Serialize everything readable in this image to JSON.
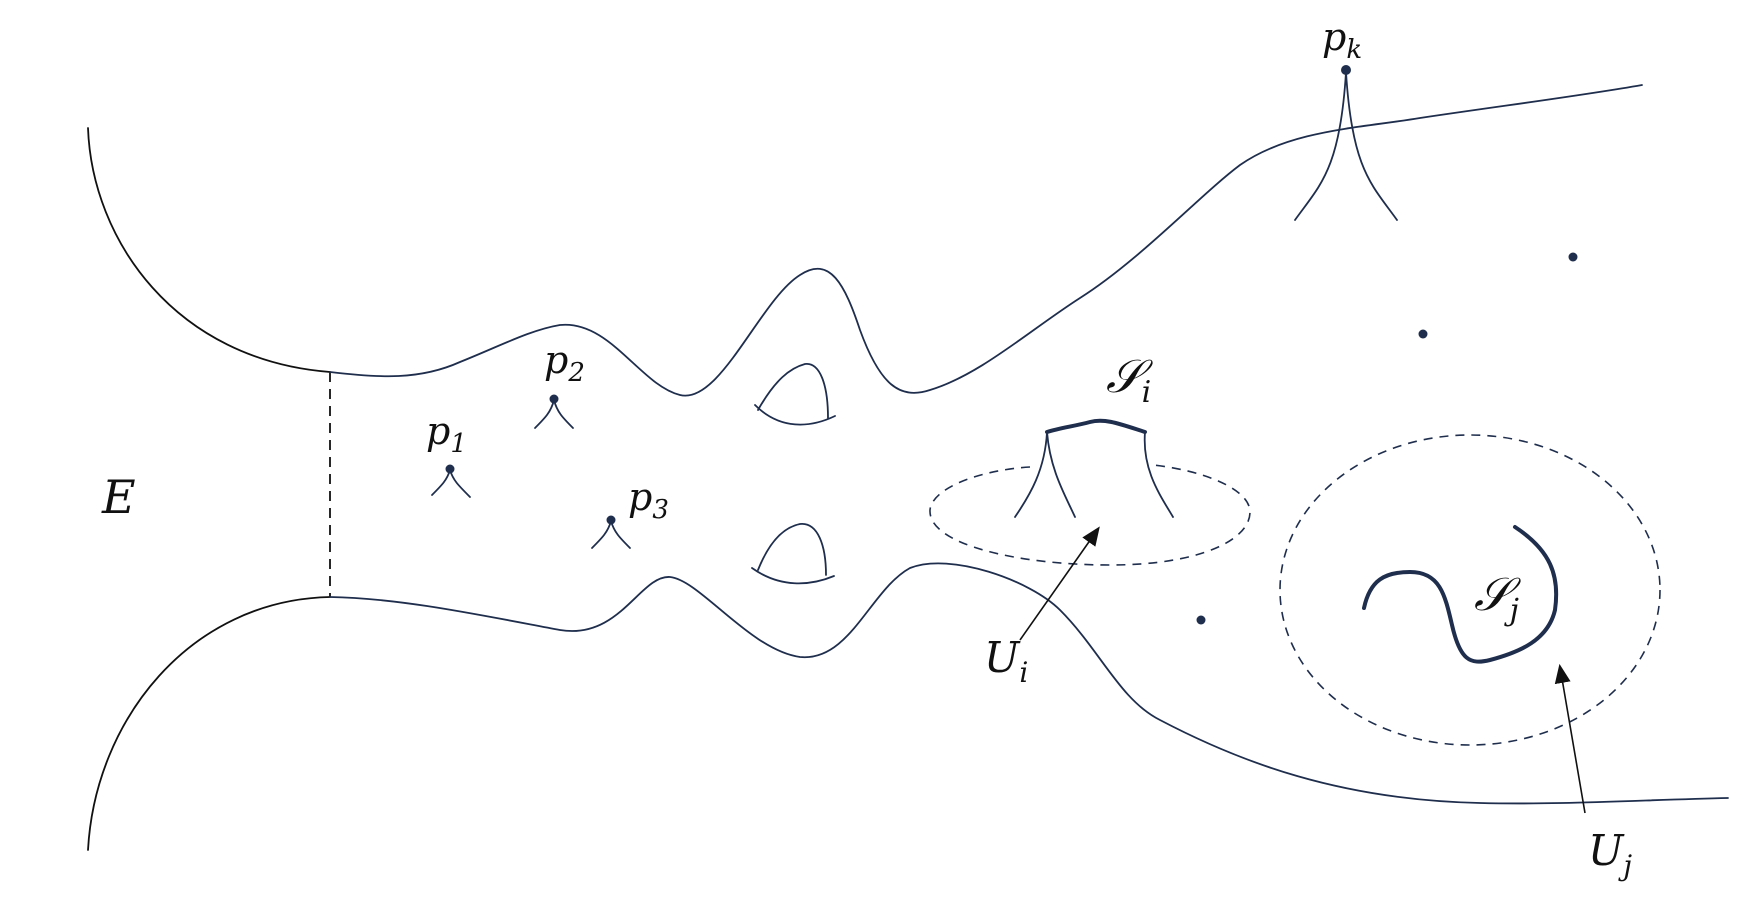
{
  "labels": {
    "E": "E",
    "p1_base": "p",
    "p1_sub": "1",
    "p2_base": "p",
    "p2_sub": "2",
    "p3_base": "p",
    "p3_sub": "3",
    "pk_base": "p",
    "pk_sub": "k",
    "Si_base": "𝒮",
    "Si_sub": "i",
    "Sj_base": "𝒮",
    "Sj_sub": "j",
    "Ui_base": "U",
    "Ui_sub": "i",
    "Uj_base": "U",
    "Uj_sub": "j"
  },
  "colors": {
    "ink": "#1f2e4d",
    "black": "#111111",
    "background": "#ffffff"
  }
}
